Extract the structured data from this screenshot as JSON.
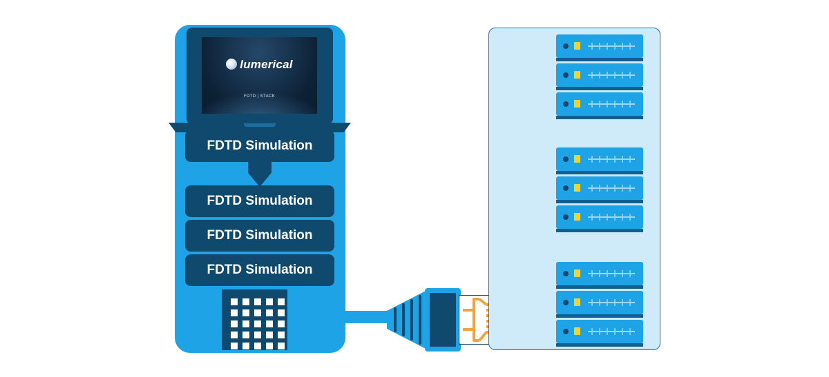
{
  "laptop": {
    "brand": "lumerical",
    "screen_subtitle": "FDTD | STACK"
  },
  "simulations": [
    {
      "label": "FDTD Simulation"
    },
    {
      "label": "FDTD Simulation"
    },
    {
      "label": "FDTD Simulation"
    },
    {
      "label": "FDTD Simulation"
    }
  ],
  "server_groups": [
    {
      "servers": 3
    },
    {
      "servers": 3
    },
    {
      "servers": 3
    }
  ],
  "building_windows": 25,
  "colors": {
    "panel_blue": "#1ea3e6",
    "dark_navy": "#0f4a6e",
    "rack_bg": "#cfeaf9",
    "led_yellow": "#ffd21a",
    "plug_orange": "#f2a43a"
  }
}
